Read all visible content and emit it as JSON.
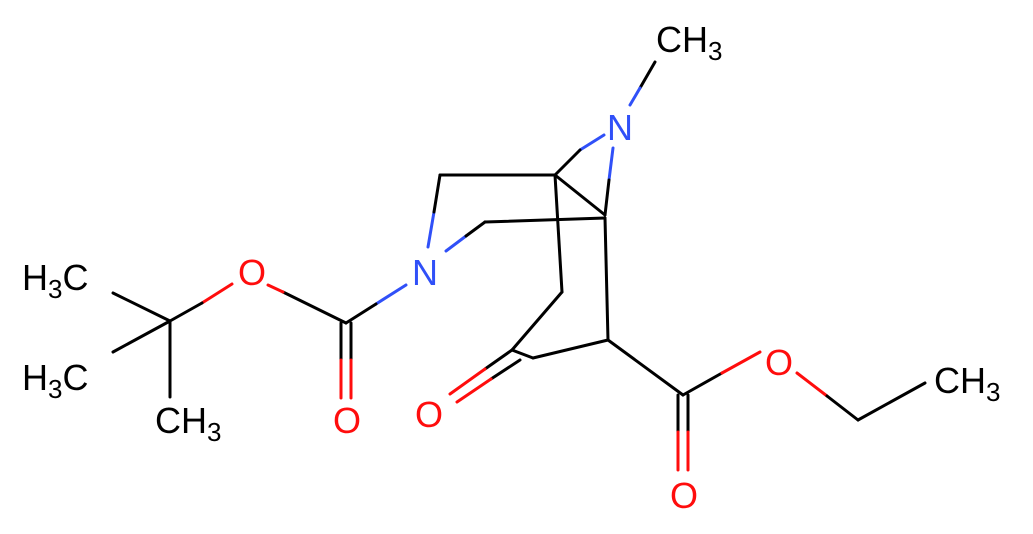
{
  "colors": {
    "background": "#ffffff",
    "carbon": "#000000",
    "oxygen": "#ff0d0d",
    "nitrogen": "#3050f8"
  },
  "atoms": {
    "methyl_top": {
      "main": "CH",
      "sub": "3"
    },
    "n_bridge": {
      "main": "N"
    },
    "n_ring": {
      "main": "N"
    },
    "o_boc_ester": {
      "main": "O"
    },
    "o_boc_carbonyl": {
      "main": "O"
    },
    "o_ketone": {
      "main": "O"
    },
    "o_ethyl_ester": {
      "main": "O"
    },
    "o_ethyl_carbonyl": {
      "main": "O"
    },
    "h3c_upper": {
      "pre": "H",
      "sub": "3",
      "post": "C"
    },
    "h3c_lower": {
      "pre": "H",
      "sub": "3",
      "post": "C"
    },
    "ch3_tbu": {
      "main": "CH",
      "sub": "3"
    },
    "ch3_ethyl": {
      "main": "CH",
      "sub": "3"
    }
  }
}
